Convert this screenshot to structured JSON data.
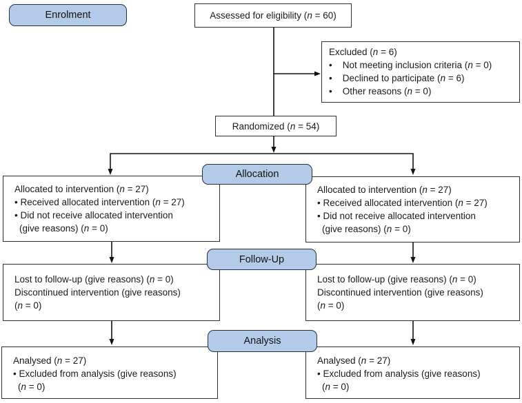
{
  "stages": {
    "enrolment": "Enrolment",
    "allocation": "Allocation",
    "followup": "Follow-Up",
    "analysis": "Analysis"
  },
  "boxes": {
    "assessed": {
      "text": "Assessed for eligibility (n = 60)"
    },
    "excluded": {
      "lines": [
        "Excluded (n = 6)",
        "•    Not meeting inclusion criteria (n = 0)",
        "•    Declined to participate (n = 6)",
        "•    Other reasons (n = 0)"
      ]
    },
    "randomized": {
      "text": "Randomized (n = 54)"
    },
    "allocated_left": {
      "lines": [
        "Allocated to intervention (n = 27)",
        "• Received allocated intervention (n = 27)",
        "• Did not receive allocated intervention",
        "(give reasons) (n = 0)"
      ]
    },
    "allocated_right": {
      "lines": [
        "Allocated to intervention (n = 27)",
        "• Received allocated intervention (n = 27)",
        "• Did not receive allocated intervention",
        "(give reasons) (n = 0)"
      ]
    },
    "followup_left": {
      "lines": [
        "Lost to follow-up (give reasons) (n = 0)",
        "Discontinued intervention (give reasons)",
        "(n = 0)"
      ]
    },
    "followup_right": {
      "lines": [
        "Lost to follow-up (give reasons) (n = 0)",
        "Discontinued intervention (give reasons)",
        "(n = 0)"
      ]
    },
    "analysed_left": {
      "lines": [
        "Analysed (n = 27)",
        "• Excluded from analysis (give reasons)",
        "(n = 0)"
      ]
    },
    "analysed_right": {
      "lines": [
        "Analysed (n = 27)",
        "• Excluded from analysis (give reasons)",
        "(n = 0)"
      ]
    }
  },
  "colors": {
    "stage_fill": "#b3cbe8",
    "stage_border": "#23303d",
    "box_border": "#2d2d2d",
    "arrow": "#111111",
    "text": "#1a1a1a"
  }
}
